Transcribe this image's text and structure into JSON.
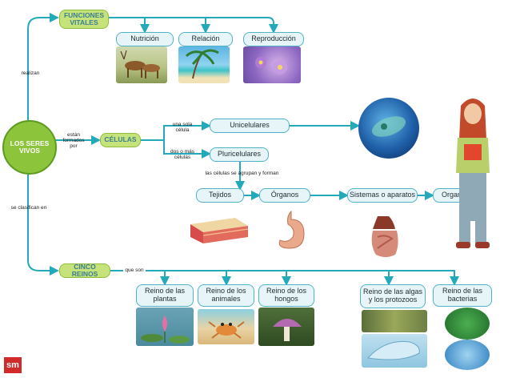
{
  "center": "LOS SERES VIVOS",
  "top": {
    "connector": "realizan",
    "category": "FUNCIONES VITALES",
    "items": [
      "Nutrición",
      "Relación",
      "Reproducción"
    ]
  },
  "middle": {
    "connector": "están formados por",
    "category": "CÉLULAS",
    "branch_one": "una sola célula",
    "branch_many": "dos o más células",
    "unicellular": "Unicelulares",
    "multicellular": "Pluricelulares",
    "grouping": "las células se agrupan y forman",
    "levels": [
      "Tejidos",
      "Órganos",
      "Sistemas o aparatos",
      "Organismo"
    ]
  },
  "bottom": {
    "connector": "se clasifican en",
    "category": "CINCO REINOS",
    "que_son": "que son",
    "kingdoms": [
      "Reino de las plantas",
      "Reino de los animales",
      "Reino de los hongos",
      "Reino de las algas y los protozoos",
      "Reino de las bacterias"
    ]
  },
  "logo": "sm",
  "colors": {
    "line": "#23a9b9",
    "box_fill": "#e7f5f8",
    "box_border": "#4fb3c8",
    "green": "#8cc43c",
    "category_fill": "#c6e27a",
    "category_text": "#3a7f92"
  }
}
